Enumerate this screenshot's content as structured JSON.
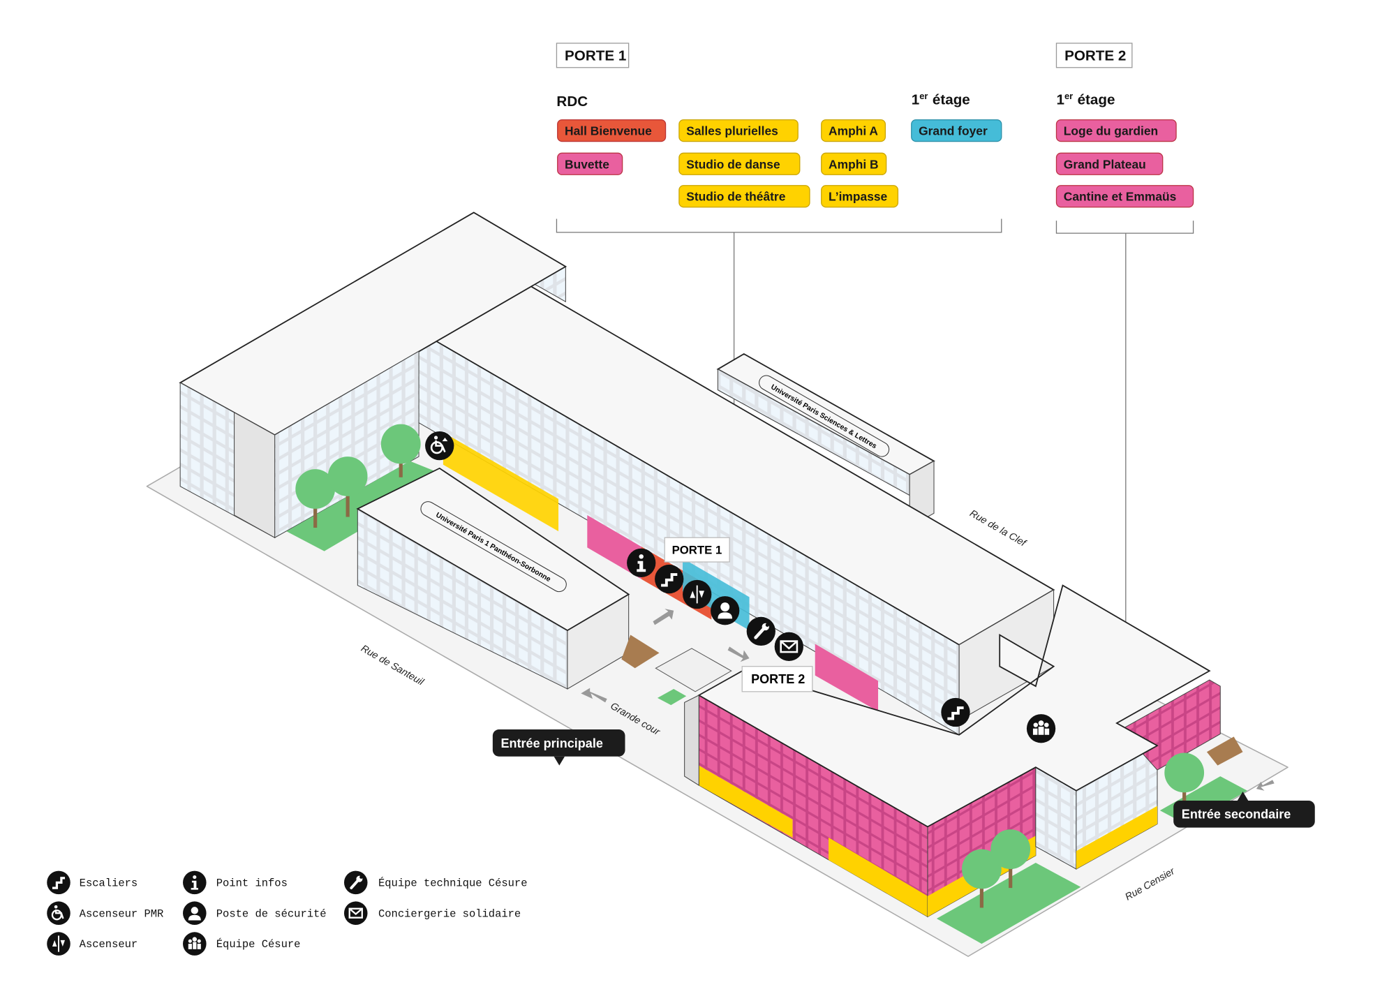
{
  "colors": {
    "orange": "#e8573a",
    "yellow": "#ffd200",
    "pink": "#e9609f",
    "blue": "#45bcd8",
    "green": "#6cc77a",
    "dark": "#111111"
  },
  "porte1": {
    "title": "PORTE 1",
    "rdc_heading": "RDC",
    "etage_heading": "1",
    "etage_sup": "er",
    "etage_word": "étage",
    "rdc_tags": [
      "Hall Bienvenue",
      "Buvette",
      "Salles plurielles",
      "Studio de danse",
      "Studio de théâtre",
      "Amphi A",
      "Amphi B",
      "L’impasse"
    ],
    "etage_tags": [
      "Grand foyer"
    ]
  },
  "porte2": {
    "title": "PORTE 2",
    "etage_heading": "1",
    "etage_sup": "er",
    "etage_word": "étage",
    "tags": [
      "Loge du gardien",
      "Grand Plateau",
      "Cantine et Emmaüs"
    ]
  },
  "map": {
    "porte1_label": "PORTE 1",
    "porte2_label": "PORTE 2",
    "entree_principale": "Entrée principale",
    "entree_secondaire": "Entrée secondaire",
    "building_sorbonne": "Université Paris 1 Panthéon-Sorbonne",
    "building_psl": "Université Paris Sciences & Lettres",
    "streets": {
      "santeuil": "Rue de Santeuil",
      "clef": "Rue de la Clef",
      "censier": "Rue Censier",
      "grande_cour": "Grande cour"
    }
  },
  "legend": [
    {
      "icon": "stairs-icon",
      "label": "Escaliers"
    },
    {
      "icon": "wheelchair-elevator-icon",
      "label": "Ascenseur PMR"
    },
    {
      "icon": "elevator-icon",
      "label": "Ascenseur"
    },
    {
      "icon": "info-icon",
      "label": "Point infos"
    },
    {
      "icon": "security-person-icon",
      "label": "Poste de sécurité"
    },
    {
      "icon": "team-icon",
      "label": "Équipe Césure"
    },
    {
      "icon": "wrench-icon",
      "label": "Équipe technique Césure"
    },
    {
      "icon": "mail-icon",
      "label": "Conciergerie solidaire"
    }
  ]
}
